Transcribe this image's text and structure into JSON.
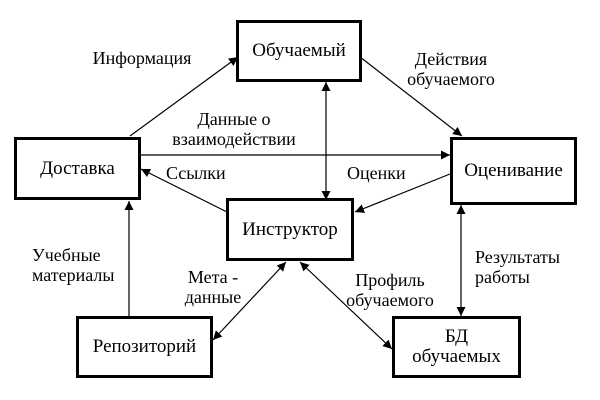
{
  "nodes": {
    "learner": "Обучаемый",
    "delivery": "Доставка",
    "assessment": "Оценивание",
    "instructor": "Инструктор",
    "repository": "Репозиторий",
    "learner_db": "БД\nобучаемых"
  },
  "edge_labels": {
    "information": "Информация",
    "learner_actions": "Действия\nобучаемого",
    "interaction_data": "Данные о\nвзаимодействии",
    "links": "Ссылки",
    "grades": "Оценки",
    "learning_materials": "Учебные\nматериалы",
    "metadata": "Мета -\nданные",
    "learner_profile": "Профиль\nобучаемого",
    "work_results": "Результаты\nработы"
  }
}
